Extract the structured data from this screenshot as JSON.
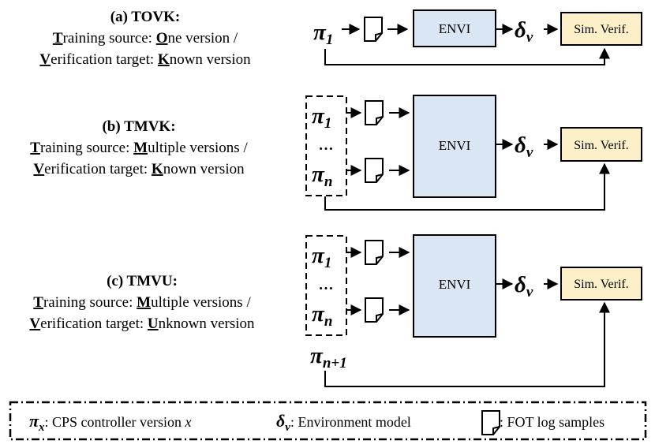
{
  "colors": {
    "envi_fill": "#dae6f3",
    "verif_fill": "#fdf0c8",
    "stroke": "#000000"
  },
  "common": {
    "envi": "ENVI",
    "verif": "Sim. Verif.",
    "pi": "π",
    "delta": "δ",
    "delta_sub": "v",
    "sub_1": "1",
    "sub_n": "n",
    "sub_n1": "n+1",
    "ellipsis": "…"
  },
  "panels": [
    {
      "title": "(a) TOVK:",
      "line1": {
        "l1": "T",
        "r1": "raining source: ",
        "l2": "O",
        "r2": "ne version /"
      },
      "line2": {
        "l1": "V",
        "r1": "erification target: ",
        "l2": "K",
        "r2": "nown version"
      }
    },
    {
      "title": "(b) TMVK:",
      "line1": {
        "l1": "T",
        "r1": "raining source: ",
        "l2": "M",
        "r2": "ultiple versions /"
      },
      "line2": {
        "l1": "V",
        "r1": "erification target: ",
        "l2": "K",
        "r2": "nown version"
      }
    },
    {
      "title": "(c) TMVU:",
      "line1": {
        "l1": "T",
        "r1": "raining source: ",
        "l2": "M",
        "r2": "ultiple versions /"
      },
      "line2": {
        "l1": "V",
        "r1": "erification target: ",
        "l2": "U",
        "r2": "nknown version"
      }
    }
  ],
  "legend": {
    "pi_sub": "x",
    "pi_text": ": CPS controller version ",
    "pi_var": "x",
    "delta_text": ": Environment model",
    "log_text": ": FOT log samples"
  }
}
